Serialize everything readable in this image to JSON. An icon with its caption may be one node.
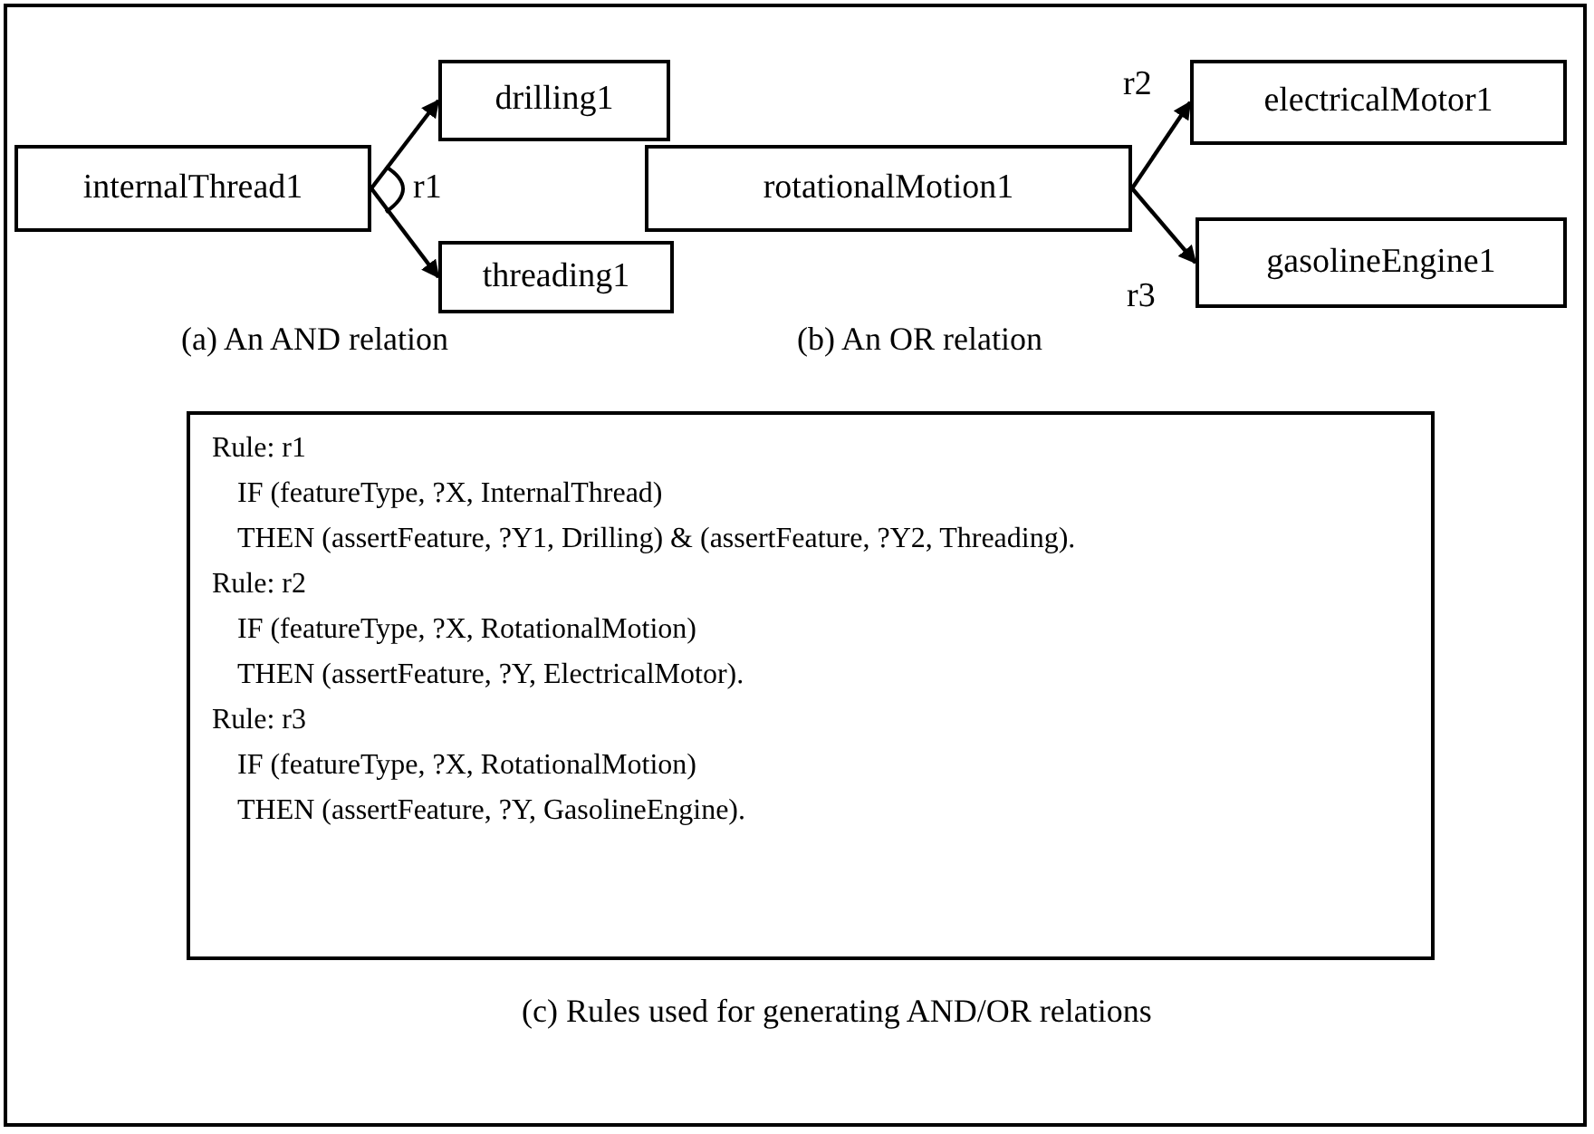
{
  "diagram": {
    "nodes": [
      {
        "text": [
          "internalThread1"
        ]
      },
      {
        "text": [
          "drilling1"
        ]
      },
      {
        "text": [
          "threading1"
        ]
      },
      {
        "text": [
          "rotationalMotion1"
        ]
      },
      {
        "text": [
          "electricalMotor1"
        ]
      },
      {
        "text": [
          "gasolineEngine1"
        ]
      },
      {
        "text": [
          "Rule: r1",
          "IF (featureType, ?X, InternalThread)",
          "THEN (assertFeature, ?Y1, Drilling) & (assertFeature, ?Y2, Threading).",
          "Rule: r2",
          "IF (featureType, ?X, RotationalMotion)",
          "THEN (assertFeature, ?Y, ElectricalMotor).",
          "Rule: r3",
          "IF (featureType, ?X, RotationalMotion)",
          "THEN (assertFeature, ?Y, GasolineEngine)."
        ]
      }
    ],
    "edges": [
      {
        "from": 0,
        "to": 1,
        "arrow": "to"
      },
      {
        "from": 0,
        "to": 2,
        "arrow": "to"
      },
      {
        "from": 3,
        "to": 4,
        "arrow": "to",
        "label": "r2"
      },
      {
        "from": 3,
        "to": 5,
        "arrow": "to",
        "label": "r3"
      }
    ],
    "labels": [
      "r1",
      "(a) An AND relation",
      "(b) An OR relation",
      "(c) Rules used for generating AND/OR relations"
    ]
  }
}
